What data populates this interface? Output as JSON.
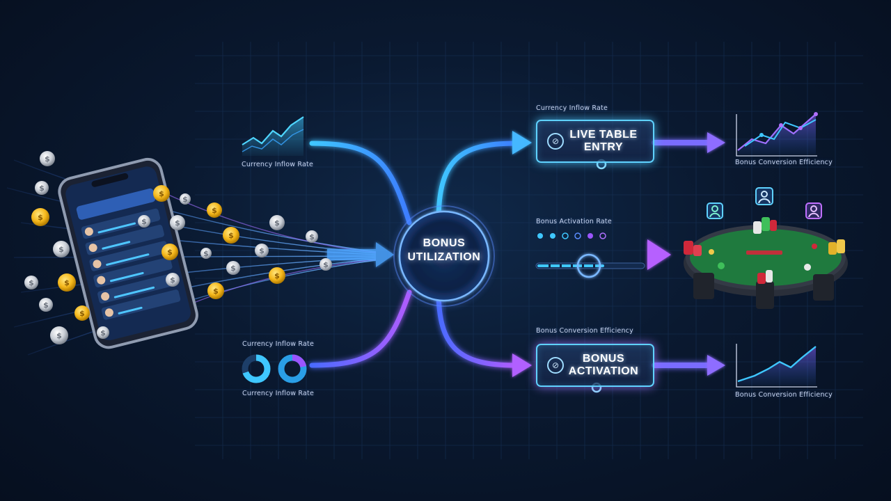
{
  "hub": {
    "line1": "BONUS",
    "line2": "UTILIZATION"
  },
  "nodes": {
    "live_table": {
      "line1": "LIVE TABLE",
      "line2": "ENTRY",
      "icon": "no-entry-icon"
    },
    "bonus_activation": {
      "line1": "BONUS",
      "line2": "ACTIVATION",
      "icon": "no-entry-icon"
    }
  },
  "labels": {
    "top_left_chart": "Currency Inflow Rate",
    "top_node_caption": "Currency Inflow Rate",
    "top_right_chart": "Bonus Conversion Efficiency",
    "middle_caption": "Bonus Activation Rate",
    "bottom_left_caption": "Currency Inflow Rate",
    "bottom_left_donuts": "Currency Inflow Rate",
    "bottom_node_caption": "Bonus Conversion Efficiency",
    "bottom_right_chart": "Bonus Conversion Efficiency"
  },
  "colors": {
    "cyan": "#3fc7ff",
    "blue": "#3d7dff",
    "purple": "#9a55ff",
    "magenta": "#c25bff",
    "coin_gold": "#f5b81c",
    "coin_silver": "#c9ced6",
    "table_felt": "#1f7a3e"
  },
  "icons": [
    "smartphone-icon",
    "coin-icon",
    "arrow-right-icon",
    "no-entry-icon",
    "player-avatar-icon",
    "poker-table-icon",
    "poker-chip-icon"
  ]
}
